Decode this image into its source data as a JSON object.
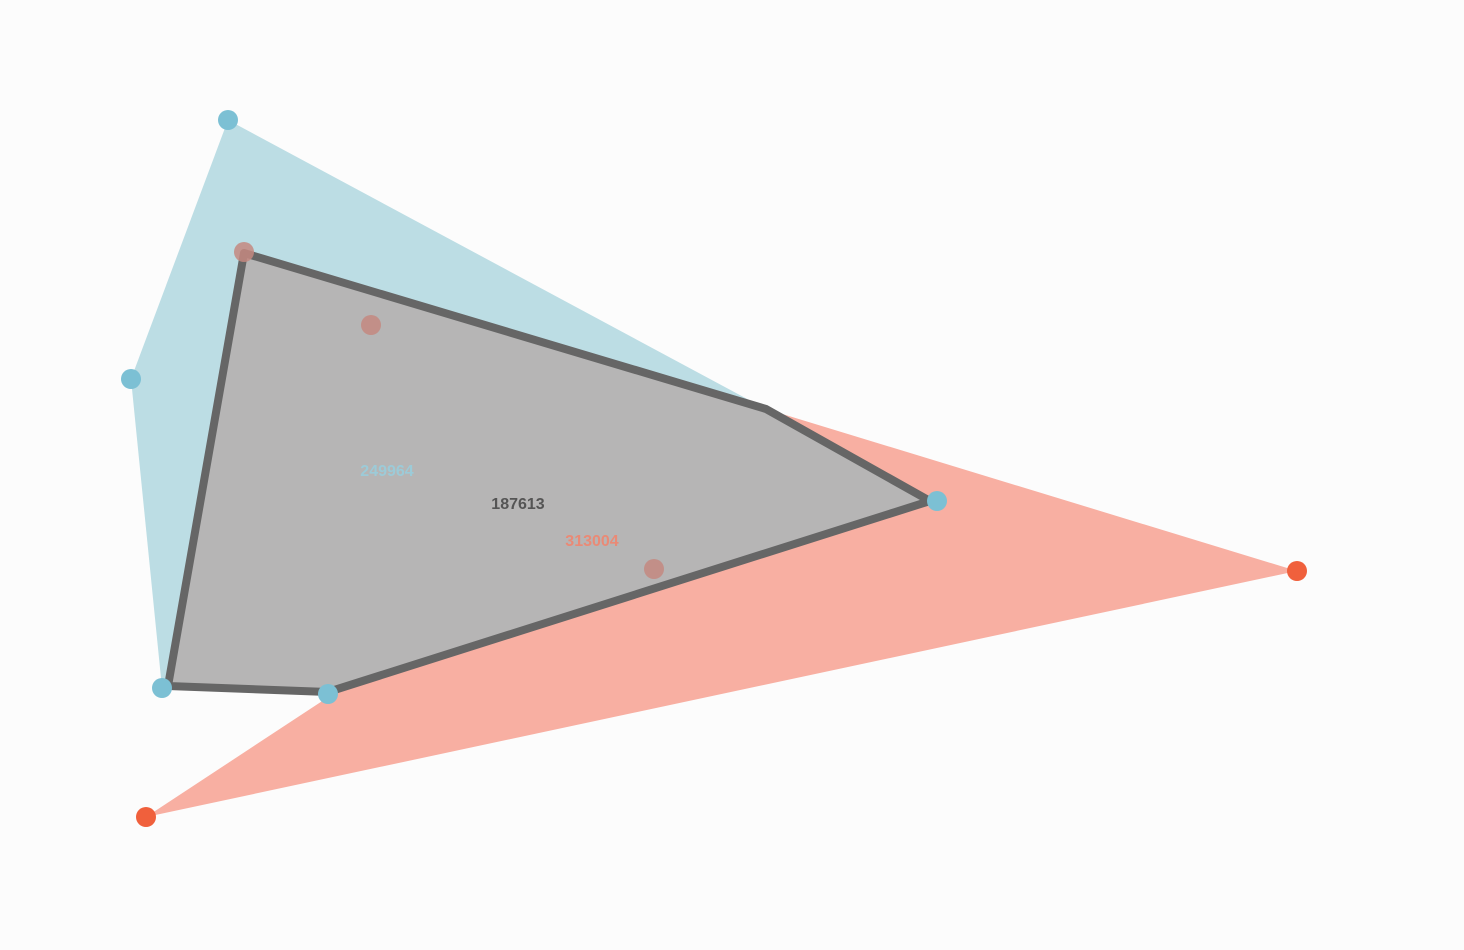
{
  "shapes": {
    "blue": {
      "area_label": "249964",
      "fill_color": "#bcdde4",
      "point_color": "#7cc0d4",
      "label_color": "#9ccbd8"
    },
    "red": {
      "area_label": "313004",
      "fill_color": "#f8afa2",
      "point_color": "#f0603c",
      "label_color": "#ea8a76"
    },
    "intersection": {
      "area_label": "187613",
      "fill_color": "#b6b5b5",
      "stroke_color": "#666666",
      "label_color": "#555555"
    }
  },
  "background_color": "#fcfcfc"
}
